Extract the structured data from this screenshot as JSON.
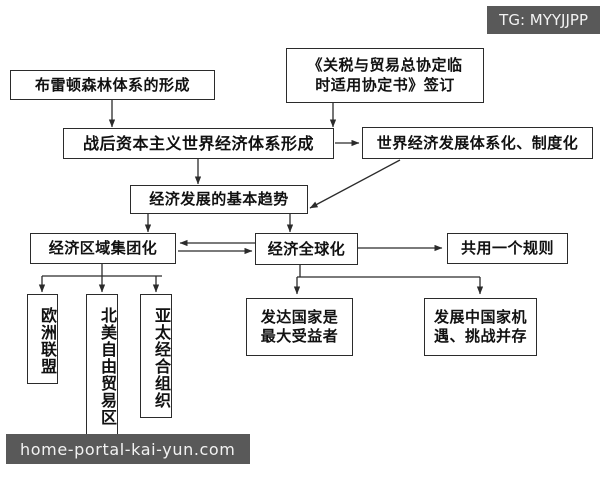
{
  "overlays": {
    "tg_badge": "TG: MYYJJPP",
    "watermark": "home-portal-kai-yun.com"
  },
  "colors": {
    "background": "#ffffff",
    "box_border": "#2b2b2b",
    "box_fill": "#ffffff",
    "text": "#111111",
    "connector": "#2b2b2b",
    "badge_bg": "#595959",
    "badge_text": "#f2f2f2"
  },
  "diagram": {
    "type": "flowchart",
    "orientation": "top-down",
    "nodes": [
      {
        "id": "bretton",
        "label": "布雷顿森林体系的形成"
      },
      {
        "id": "gatt",
        "label": "《关税与贸易总协定临\n时适用协定书》签订",
        "line1": "《关税与贸易总协定临",
        "line2": "时适用协定书》签订"
      },
      {
        "id": "postwar",
        "label": "战后资本主义世界经济体系形成"
      },
      {
        "id": "systemized",
        "label": "世界经济发展体系化、制度化"
      },
      {
        "id": "basic-trend",
        "label": "经济发展的基本趋势"
      },
      {
        "id": "regional-bloc",
        "label": "经济区域集团化"
      },
      {
        "id": "globalization",
        "label": "经济全球化"
      },
      {
        "id": "shared-rule",
        "label": "共用一个规则"
      },
      {
        "id": "eu",
        "label": "欧洲联盟"
      },
      {
        "id": "nafta",
        "label": "北美自由贸易区"
      },
      {
        "id": "apec",
        "label": "亚太经合组织"
      },
      {
        "id": "developed",
        "label": "发达国家是\n最大受益者",
        "line1": "发达国家是",
        "line2": "最大受益者"
      },
      {
        "id": "developing",
        "label": "发展中国家机\n遇、挑战并存",
        "line1": "发展中国家机",
        "line2": "遇、挑战并存"
      }
    ],
    "edges": [
      {
        "from": "bretton",
        "to": "postwar",
        "style": "arrow"
      },
      {
        "from": "gatt",
        "to": "postwar",
        "style": "arrow"
      },
      {
        "from": "postwar",
        "to": "systemized",
        "style": "arrow"
      },
      {
        "from": "postwar",
        "to": "basic-trend",
        "style": "arrow"
      },
      {
        "from": "systemized",
        "to": "basic-trend",
        "style": "arrow"
      },
      {
        "from": "basic-trend",
        "to": "regional-bloc",
        "style": "arrow"
      },
      {
        "from": "basic-trend",
        "to": "globalization",
        "style": "arrow"
      },
      {
        "from": "regional-bloc",
        "to": "globalization",
        "style": "double-arrow"
      },
      {
        "from": "globalization",
        "to": "shared-rule",
        "style": "arrow"
      },
      {
        "from": "regional-bloc",
        "to": "eu",
        "style": "arrow"
      },
      {
        "from": "regional-bloc",
        "to": "nafta",
        "style": "arrow"
      },
      {
        "from": "regional-bloc",
        "to": "apec",
        "style": "arrow"
      },
      {
        "from": "globalization",
        "to": "developed",
        "style": "arrow"
      },
      {
        "from": "globalization",
        "to": "developing",
        "style": "arrow"
      }
    ]
  }
}
